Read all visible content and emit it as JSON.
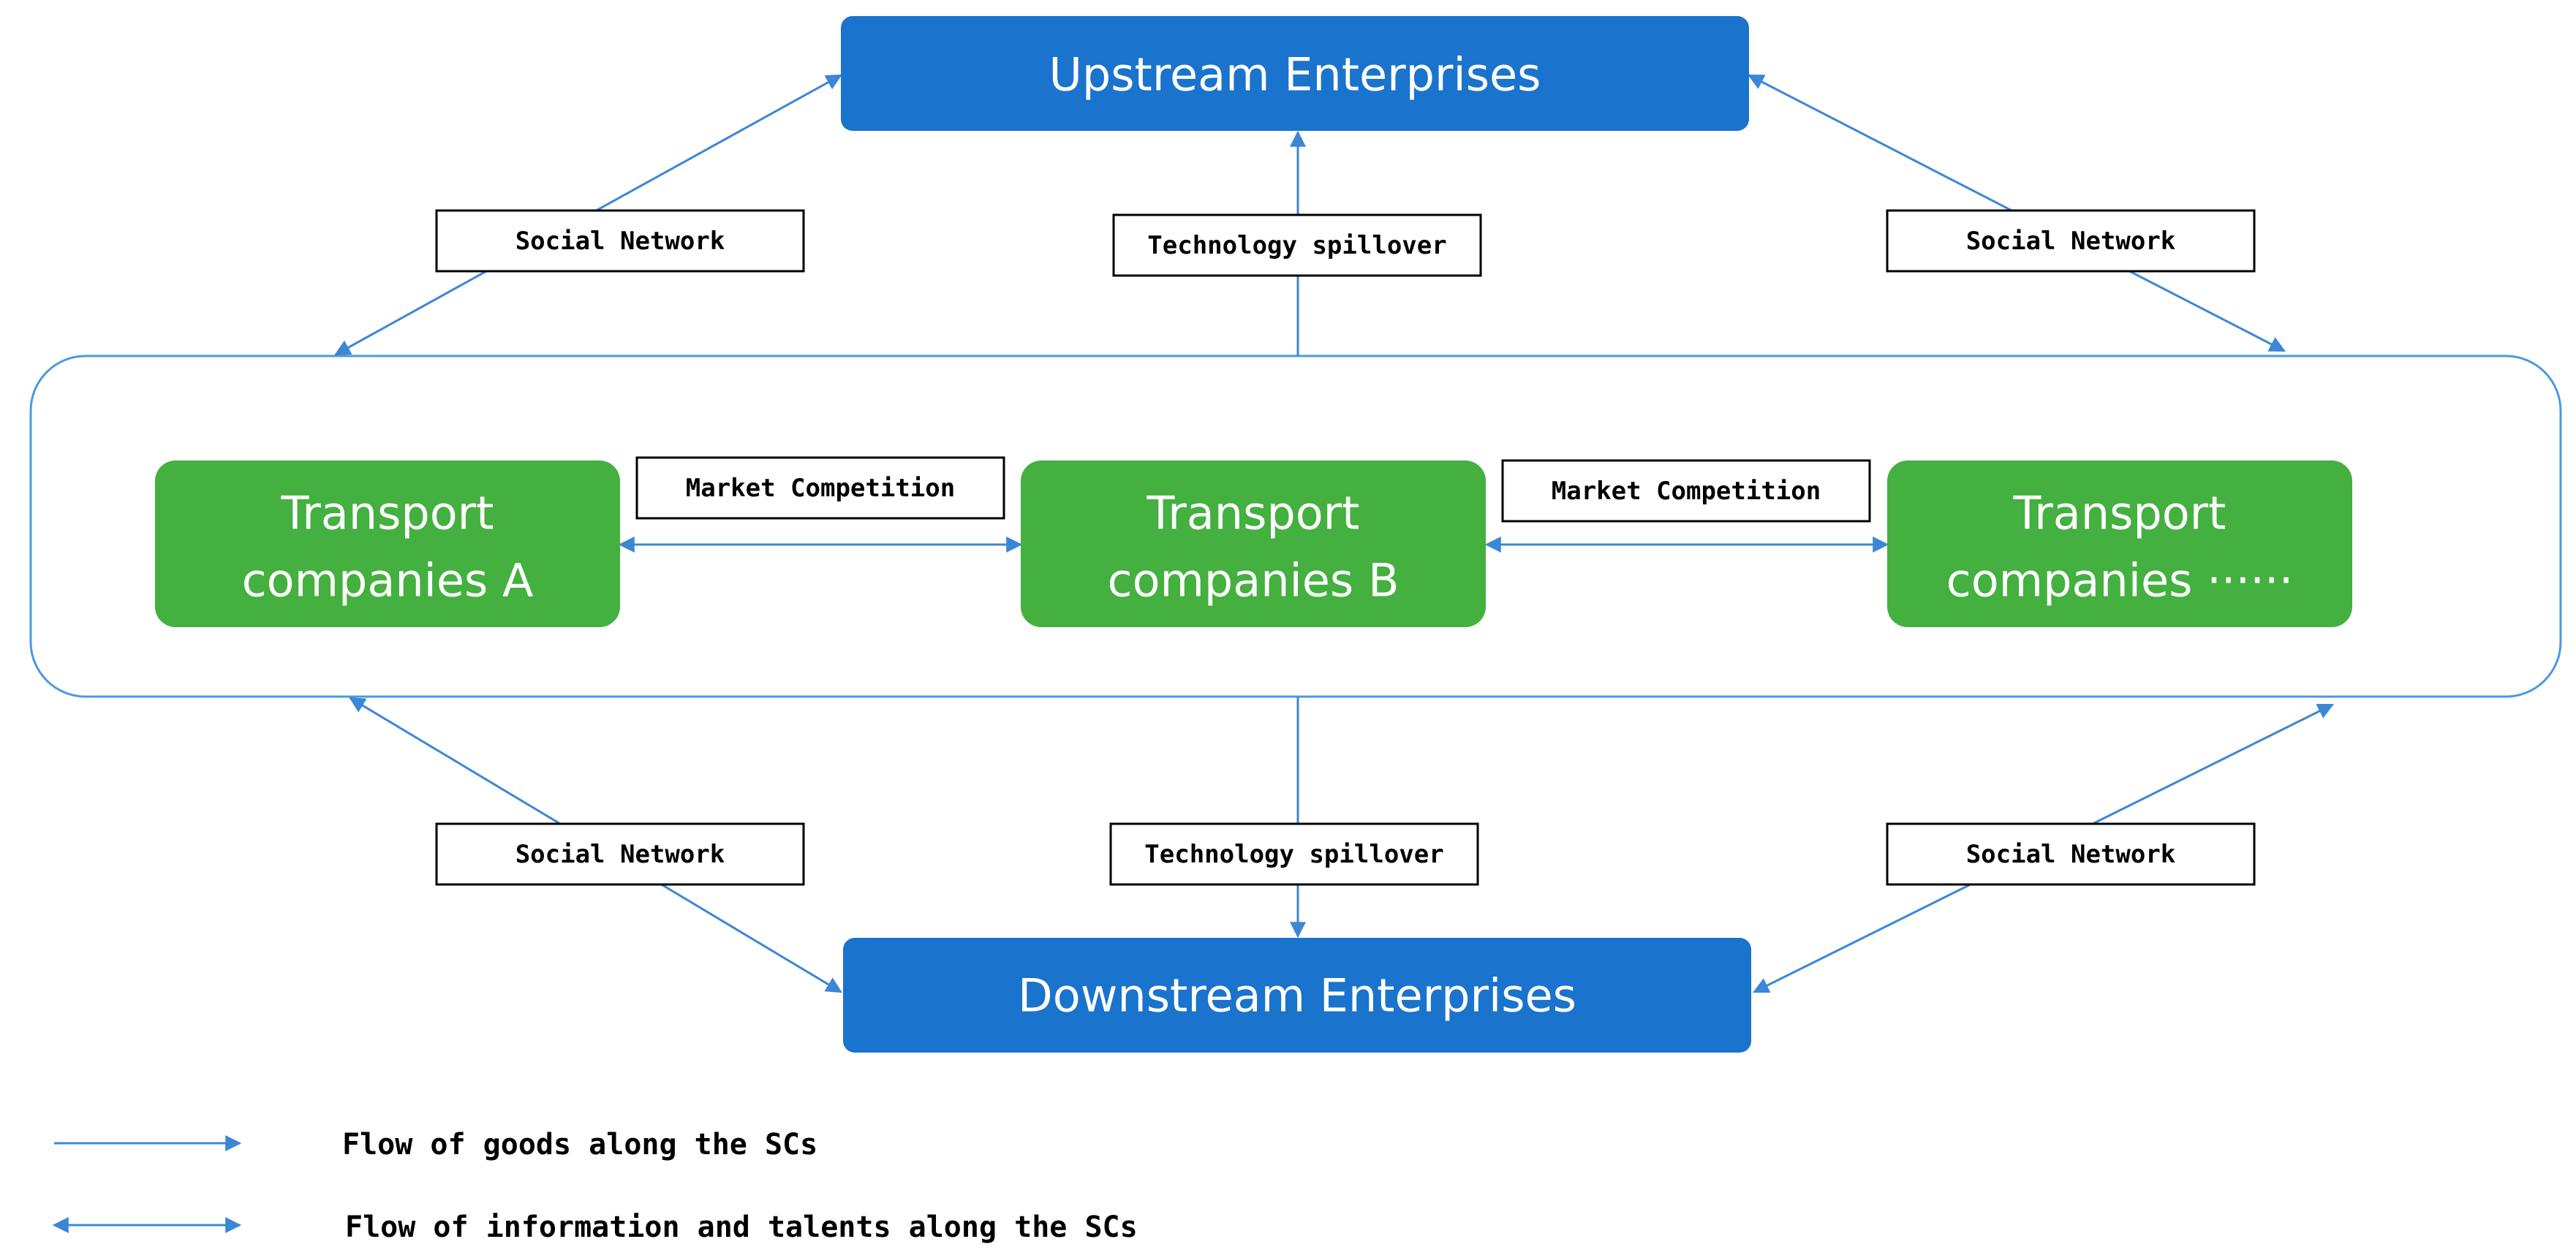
{
  "nodes": {
    "upstream": "Upstream Enterprises",
    "downstream": "Downstream Enterprises",
    "transport_a": [
      "Transport",
      "companies A"
    ],
    "transport_b": [
      "Transport",
      "companies B"
    ],
    "transport_more": [
      "Transport",
      "companies ······"
    ]
  },
  "edge_labels": {
    "social_network": "Social Network",
    "technology_spillover": "Technology spillover",
    "market_competition": "Market Competition"
  },
  "legend": {
    "goods_flow": "Flow of goods along the SCs",
    "info_flow": "Flow of information and talents along the SCs"
  },
  "colors": {
    "enterprise_box": "#1a73cc",
    "transport_box": "#43b03f",
    "arrow": "#3b87d6",
    "container_border": "#4a9ae0"
  }
}
